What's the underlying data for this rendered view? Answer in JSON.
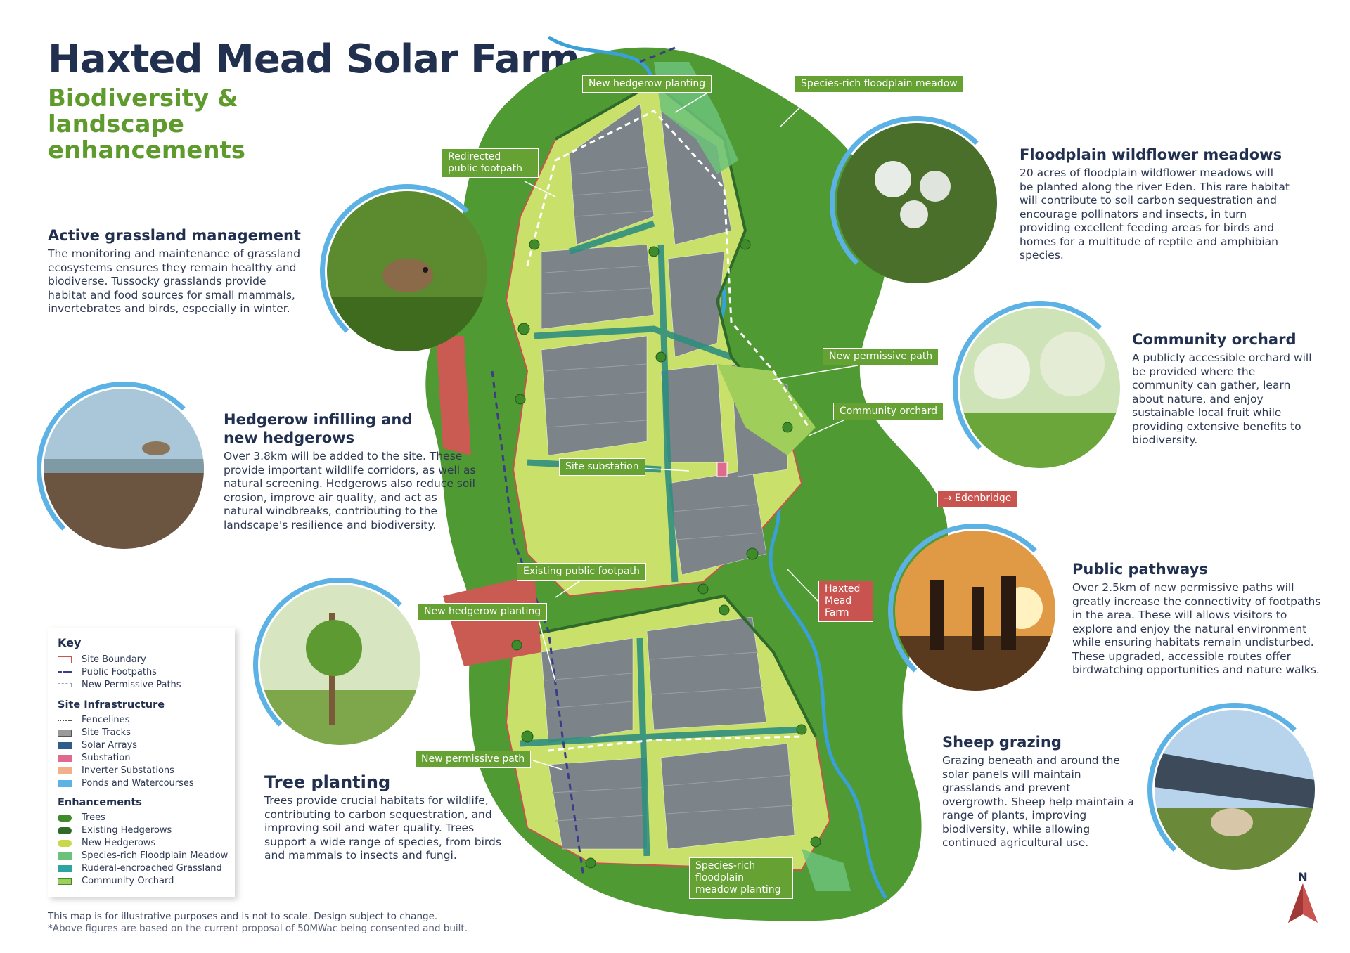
{
  "title": "Haxted Mead Solar Farm",
  "subtitle": "Biodiversity & landscape enhancements",
  "sections": {
    "grassland": {
      "heading": "Active grassland management",
      "body": "The monitoring and maintenance of grassland ecosystems ensures they remain healthy and biodiverse. Tussocky grasslands provide habitat and food sources for small mammals, invertebrates and birds, especially in winter."
    },
    "hedgerow": {
      "heading": "Hedgerow infilling and new hedgerows",
      "body": "Over 3.8km will be added to the site. These provide important wildlife corridors, as well as natural screening. Hedgerows also reduce soil erosion, improve air quality, and act as natural windbreaks, contributing to the landscape's resilience and biodiversity."
    },
    "trees": {
      "heading": "Tree planting",
      "body": "Trees provide crucial habitats for wildlife, contributing to carbon sequestration, and improving soil and water quality. Trees support a wide range of species, from birds and mammals to insects and fungi."
    },
    "meadows": {
      "heading": "Floodplain wildflower meadows",
      "body": "20 acres of floodplain wildflower meadows will be planted along the river Eden. This rare habitat will contribute to soil carbon sequestration and encourage pollinators and insects, in turn providing excellent feeding areas for birds and homes for a multitude of reptile and amphibian species."
    },
    "orchard": {
      "heading": "Community orchard",
      "body": "A publicly accessible orchard will be provided where the community can gather, learn about nature, and enjoy sustainable local fruit while providing extensive benefits to biodiversity."
    },
    "pathways": {
      "heading": "Public pathways",
      "body": "Over 2.5km of new permissive paths will greatly increase the connectivity of footpaths in the area. These will allows visitors to explore and enjoy the natural environment while ensuring habitats remain undisturbed. These upgraded, accessible routes offer birdwatching opportunities and nature walks."
    },
    "sheep": {
      "heading": "Sheep grazing",
      "body": "Grazing beneath and around the solar panels will maintain grasslands and prevent overgrowth. Sheep help maintain a range of plants, improving biodiversity, while allowing continued agricultural use."
    }
  },
  "map_labels": {
    "hedgerow_top": "New hedgerow planting",
    "meadow_top": "Species-rich floodplain meadow",
    "footpath_redirect": "Redirected public footpath",
    "permissive_top": "New permissive path",
    "orchard": "Community orchard",
    "substation": "Site substation",
    "edenbridge": "→ Edenbridge",
    "existing_footpath": "Existing public footpath",
    "hedgerow_mid": "New hedgerow planting",
    "farm": "Haxted Mead Farm",
    "permissive_bottom": "New permissive path",
    "meadow_bottom": "Species-rich floodplain meadow planting"
  },
  "key": {
    "title": "Key",
    "items_top": [
      "Site Boundary",
      "Public Footpaths",
      "New Permissive Paths"
    ],
    "infra_title": "Site Infrastructure",
    "infra": [
      "Fencelines",
      "Site Tracks",
      "Solar Arrays",
      "Substation",
      "Inverter Substations",
      "Ponds and Watercourses"
    ],
    "enh_title": "Enhancements",
    "enh": [
      "Trees",
      "Existing Hedgerows",
      "New Hedgerows",
      "Species-rich Floodplain Meadow",
      "Ruderal-encroached Grassland",
      "Community Orchard"
    ]
  },
  "footnote": {
    "line1": "This map is for illustrative purposes and is not to scale. Design subject to change.",
    "line2": "*Above figures are based on the current proposal of 50MWac being consented and built."
  },
  "north": "N",
  "colors": {
    "title": "#22304f",
    "subtitle": "#5f9a2c",
    "map_green": "#4f9a32",
    "label_green": "#65a233",
    "label_red": "#c8534f",
    "ring_blue": "#5cb2e4",
    "panel_grey": "#7d8489",
    "meadow_light": "#c9e06a",
    "water": "#3aa0d8"
  }
}
